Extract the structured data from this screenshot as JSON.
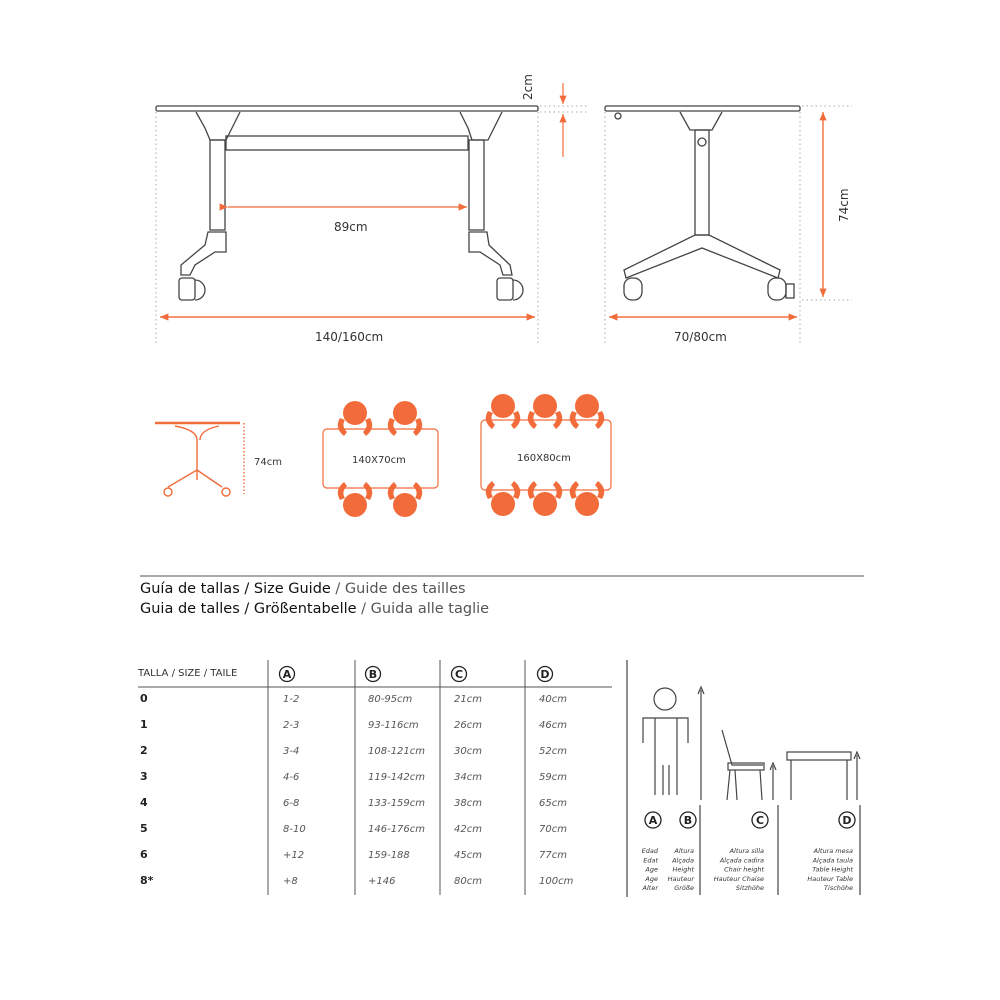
{
  "colors": {
    "accent": "#f26b3a",
    "line": "#444444"
  },
  "dimensions": {
    "thickness": "2cm",
    "leg_gap": "89cm",
    "length": "140/160cm",
    "height": "74cm",
    "depth": "70/80cm",
    "small_height": "74cm"
  },
  "layouts": {
    "small": "140X70cm",
    "large": "160X80cm"
  },
  "size_guide": {
    "title_line1": [
      "Guía de tallas",
      " / Size Guide",
      " / Guide des tailles"
    ],
    "title_line2": [
      "Guia de talles",
      " / Größentabelle",
      " / Guida alle taglie"
    ],
    "header": {
      "size": "TALLA / SIZE / TAILE",
      "cols": [
        "A",
        "B",
        "C",
        "D"
      ]
    },
    "rows": [
      {
        "size": "0",
        "a": "1-2",
        "b": "80-95cm",
        "c": "21cm",
        "d": "40cm"
      },
      {
        "size": "1",
        "a": "2-3",
        "b": "93-116cm",
        "c": "26cm",
        "d": "46cm"
      },
      {
        "size": "2",
        "a": "3-4",
        "b": "108-121cm",
        "c": "30cm",
        "d": "52cm"
      },
      {
        "size": "3",
        "a": "4-6",
        "b": "119-142cm",
        "c": "34cm",
        "d": "59cm"
      },
      {
        "size": "4",
        "a": "6-8",
        "b": "133-159cm",
        "c": "38cm",
        "d": "65cm"
      },
      {
        "size": "5",
        "a": "8-10",
        "b": "146-176cm",
        "c": "42cm",
        "d": "70cm"
      },
      {
        "size": "6",
        "a": "+12",
        "b": "159-188",
        "c": "45cm",
        "d": "77cm"
      },
      {
        "size": "8*",
        "a": "+8",
        "b": "+146",
        "c": "80cm",
        "d": "100cm"
      }
    ]
  },
  "legend": {
    "a": [
      "Edad",
      "Edat",
      "Age",
      "Age",
      "Alter"
    ],
    "b": [
      "Altura",
      "Alçada",
      "Height",
      "Hauteur",
      "Größe"
    ],
    "c": [
      "Altura silla",
      "Alçada cadira",
      "Chair height",
      "Hauteur Chaise",
      "Sitzhöhe"
    ],
    "d": [
      "Altura mesa",
      "Alçada taula",
      "Table Height",
      "Hauteur Table",
      "Tischöhe"
    ]
  }
}
